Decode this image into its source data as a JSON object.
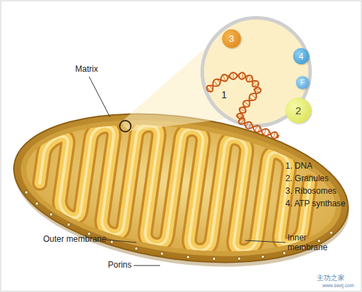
{
  "diagram": {
    "nodes": [
      {
        "text": [
          "3"
        ]
      },
      {
        "text": [
          "4"
        ]
      },
      {
        "text": [
          "F"
        ]
      },
      {
        "text": [
          "2"
        ]
      }
    ],
    "labels": [
      "Matrix",
      "1",
      "1. DNA",
      "2. Granules",
      "3. Ribosomes",
      "4. ATP synthase",
      "Outer membrane",
      "Porins",
      "Inner membrane",
      "主功之家",
      "www.swzj.com"
    ]
  }
}
